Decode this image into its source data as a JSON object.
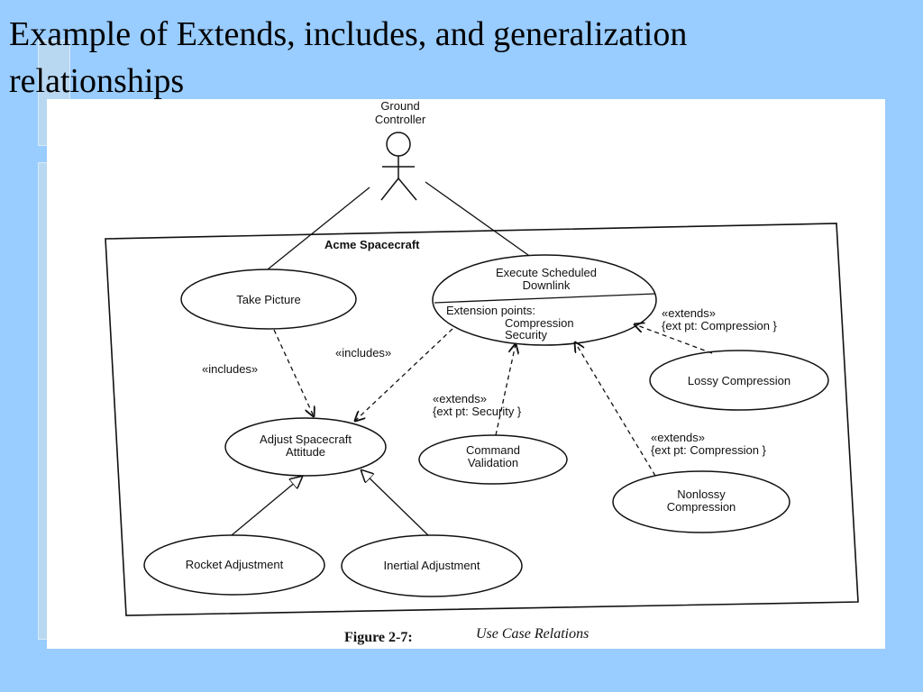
{
  "slide": {
    "title_line1": "Example of Extends, includes, and generalization",
    "title_line2": "relationships"
  },
  "diagram": {
    "actor": {
      "line1": "Ground",
      "line2": "Controller"
    },
    "system_boundary": "Acme Spacecraft",
    "use_cases": {
      "take_picture": "Take Picture",
      "execute_line1": "Execute Scheduled",
      "execute_line2": "Downlink",
      "extension_points_header": "Extension points:",
      "extension_point_1": "Compression",
      "extension_point_2": "Security",
      "adjust_line1": "Adjust Spacecraft",
      "adjust_line2": "Attitude",
      "command_line1": "Command",
      "command_line2": "Validation",
      "lossy": "Lossy Compression",
      "nonlossy_line1": "Nonlossy",
      "nonlossy_line2": "Compression",
      "rocket": "Rocket Adjustment",
      "inertial": "Inertial Adjustment"
    },
    "relations": {
      "includes_left": "«includes»",
      "includes_right": "«includes»",
      "extends_security_1": "«extends»",
      "extends_security_2": "{ext pt: Security }",
      "extends_lossy_1": "«extends»",
      "extends_lossy_2": "{ext pt: Compression }",
      "extends_nonlossy_1": "«extends»",
      "extends_nonlossy_2": "{ext pt: Compression }"
    },
    "caption": {
      "label": "Figure 2-7:",
      "text": "Use Case Relations"
    }
  }
}
